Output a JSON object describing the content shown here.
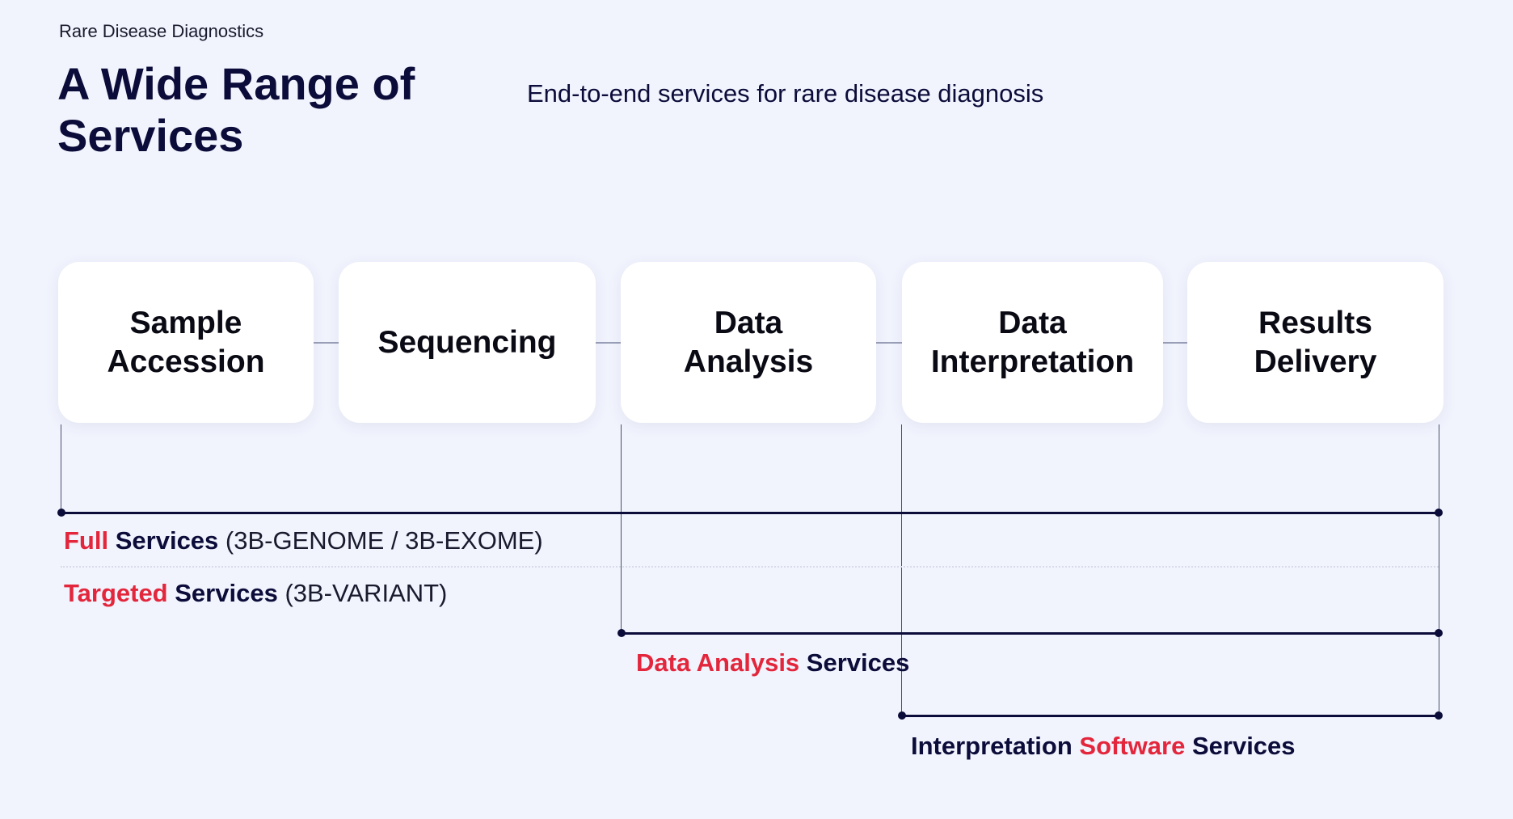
{
  "header": {
    "eyebrow": "Rare Disease Diagnostics",
    "title": "A Wide Range of Services",
    "subtitle": "End-to-end services for rare disease diagnosis"
  },
  "steps": [
    {
      "label": "Sample\nAccession"
    },
    {
      "label": "Sequencing"
    },
    {
      "label": "Data\nAnalysis"
    },
    {
      "label": "Data\nInterpretation"
    },
    {
      "label": "Results\nDelivery"
    }
  ],
  "services": {
    "full": {
      "highlight": "Full",
      "bold": "Services",
      "detail": "(3B-GENOME / 3B-EXOME)"
    },
    "targeted": {
      "highlight": "Targeted",
      "bold": "Services",
      "detail": "(3B-VARIANT)"
    },
    "data_analysis": {
      "highlight": "Data Analysis",
      "bold": "Services"
    },
    "interpretation": {
      "prefix": "Interpretation",
      "highlight": "Software",
      "bold": "Services"
    }
  },
  "colors": {
    "navy": "#0c0c3a",
    "red": "#e3263c",
    "background": "#f1f4fd"
  }
}
